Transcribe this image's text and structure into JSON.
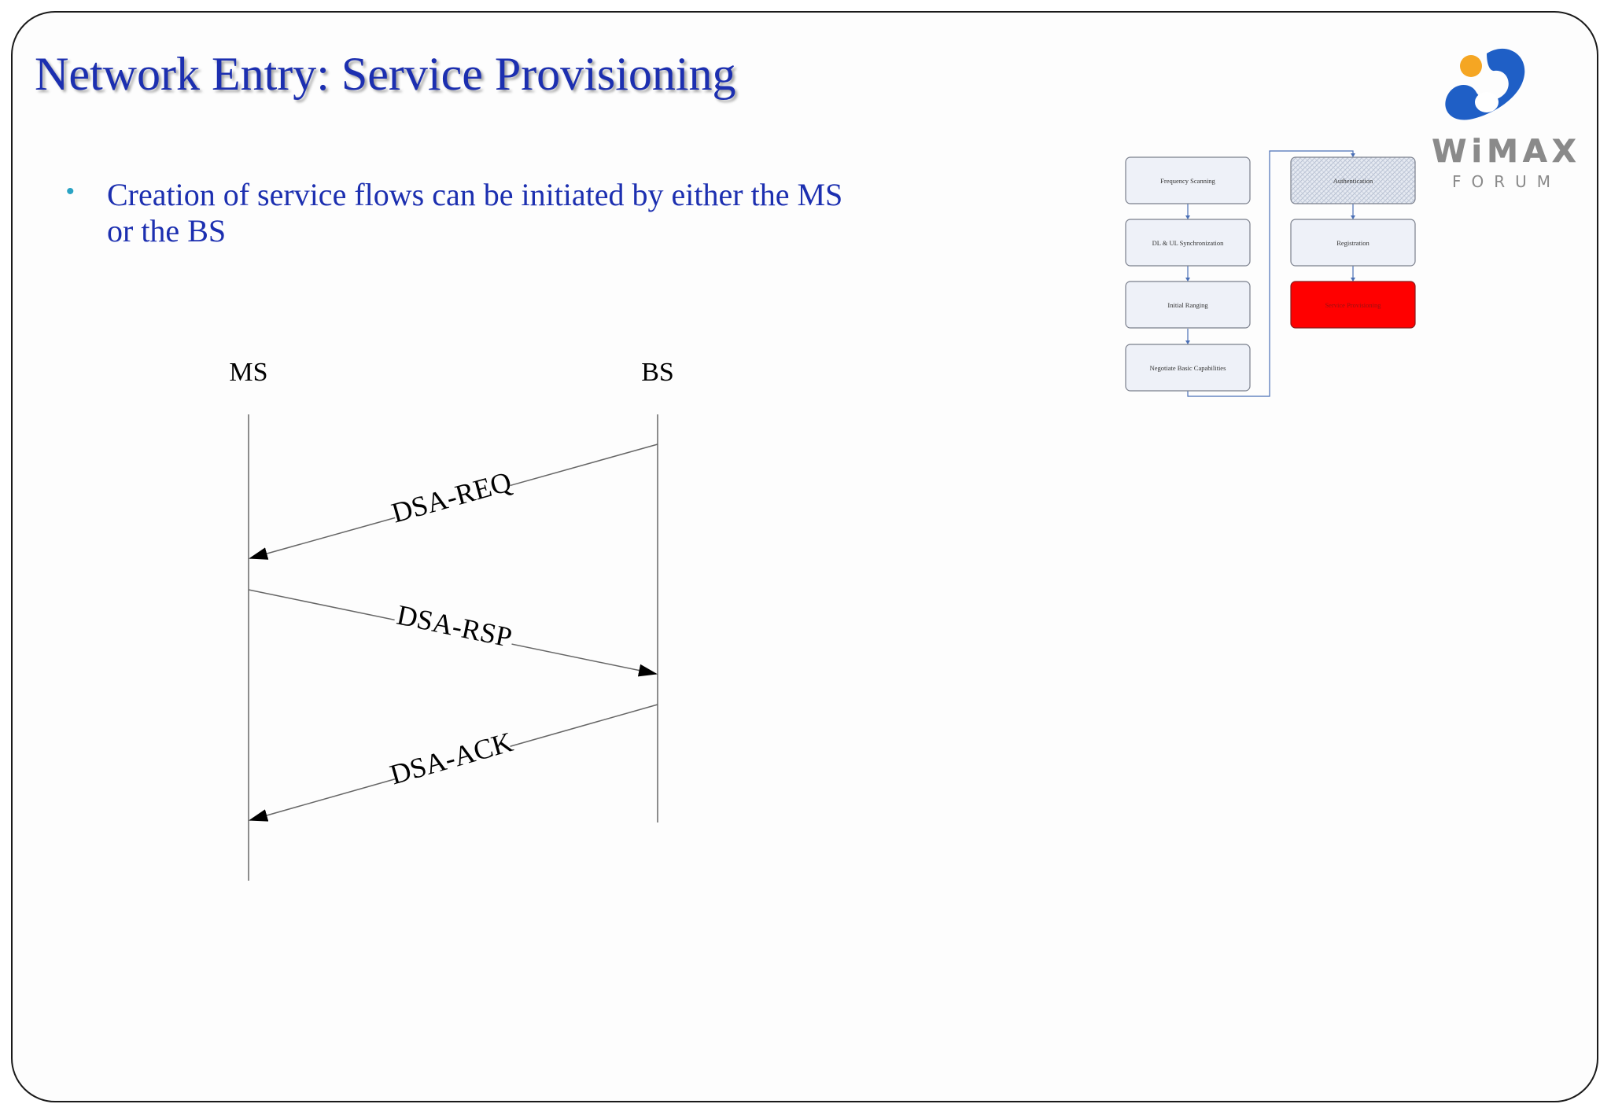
{
  "slide": {
    "title": "Network Entry: Service Provisioning",
    "bullets": [
      "Creation of service flows can be initiated by either the MS or the BS"
    ]
  },
  "sequence": {
    "lifelines": [
      "MS",
      "BS"
    ],
    "messages": [
      {
        "label": "DSA-REQ",
        "from": "BS",
        "to": "MS"
      },
      {
        "label": "DSA-RSP",
        "from": "MS",
        "to": "BS"
      },
      {
        "label": "DSA-ACK",
        "from": "BS",
        "to": "MS"
      }
    ]
  },
  "flow": {
    "steps": [
      {
        "label": "Frequency Scanning",
        "state": "normal"
      },
      {
        "label": "DL & UL Synchronization",
        "state": "normal"
      },
      {
        "label": "Initial Ranging",
        "state": "normal"
      },
      {
        "label": "Negotiate Basic Capabilities",
        "state": "normal"
      },
      {
        "label": "Authentication",
        "state": "hatched"
      },
      {
        "label": "Registration",
        "state": "normal"
      },
      {
        "label": "Service Provisioning",
        "state": "current"
      }
    ],
    "colors": {
      "box": "#eef1f8",
      "current": "#ff0000",
      "connector": "#4a6fb5"
    }
  },
  "logo": {
    "word": "WiMAX",
    "subword": "FORUM",
    "colors": {
      "blue": "#1f5fc6",
      "orange": "#f5a623",
      "gray": "#8a8a8a"
    }
  }
}
